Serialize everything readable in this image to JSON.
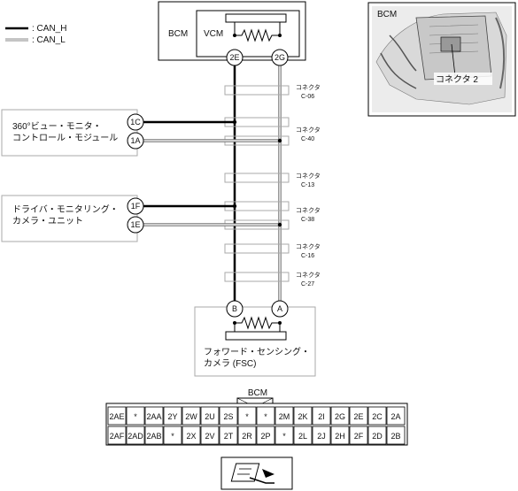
{
  "legend": {
    "can_h": ": CAN_H",
    "can_l": ": CAN_L"
  },
  "bcm_box": {
    "label": "BCM",
    "inner_label": "VCM",
    "pins": [
      "2E",
      "2G"
    ]
  },
  "connectors": [
    {
      "title": "コネクタ",
      "id": "C-06"
    },
    {
      "title": "コネクタ",
      "id": "C-40"
    },
    {
      "title": "コネクタ",
      "id": "C-13"
    },
    {
      "title": "コネクタ",
      "id": "C-38"
    },
    {
      "title": "コネクタ",
      "id": "C-16"
    },
    {
      "title": "コネクタ",
      "id": "C-27"
    }
  ],
  "monitor_module": {
    "line1": "360°ビュー・モニタ・",
    "line2": "コントロール・モジュール",
    "pins": [
      "1C",
      "1A"
    ]
  },
  "driver_camera": {
    "line1": "ドライバ・モニタリング・",
    "line2": "カメラ・ユニット",
    "pins": [
      "1F",
      "1E"
    ]
  },
  "fsc": {
    "line1": "フォワード・センシング・",
    "line2": "カメラ (FSC)",
    "pins": [
      "B",
      "A"
    ]
  },
  "photo": {
    "label": "BCM",
    "callout": "コネクタ 2"
  },
  "pinout": {
    "title": "BCM",
    "row1": [
      "2AE",
      "*",
      "2AA",
      "2Y",
      "2W",
      "2U",
      "2S",
      "*",
      "*",
      "2M",
      "2K",
      "2I",
      "2G",
      "2E",
      "2C",
      "2A"
    ],
    "row2": [
      "2AF",
      "2AD",
      "2AB",
      "*",
      "2X",
      "2V",
      "2T",
      "2R",
      "2P",
      "*",
      "2L",
      "2J",
      "2H",
      "2F",
      "2D",
      "2B"
    ]
  }
}
